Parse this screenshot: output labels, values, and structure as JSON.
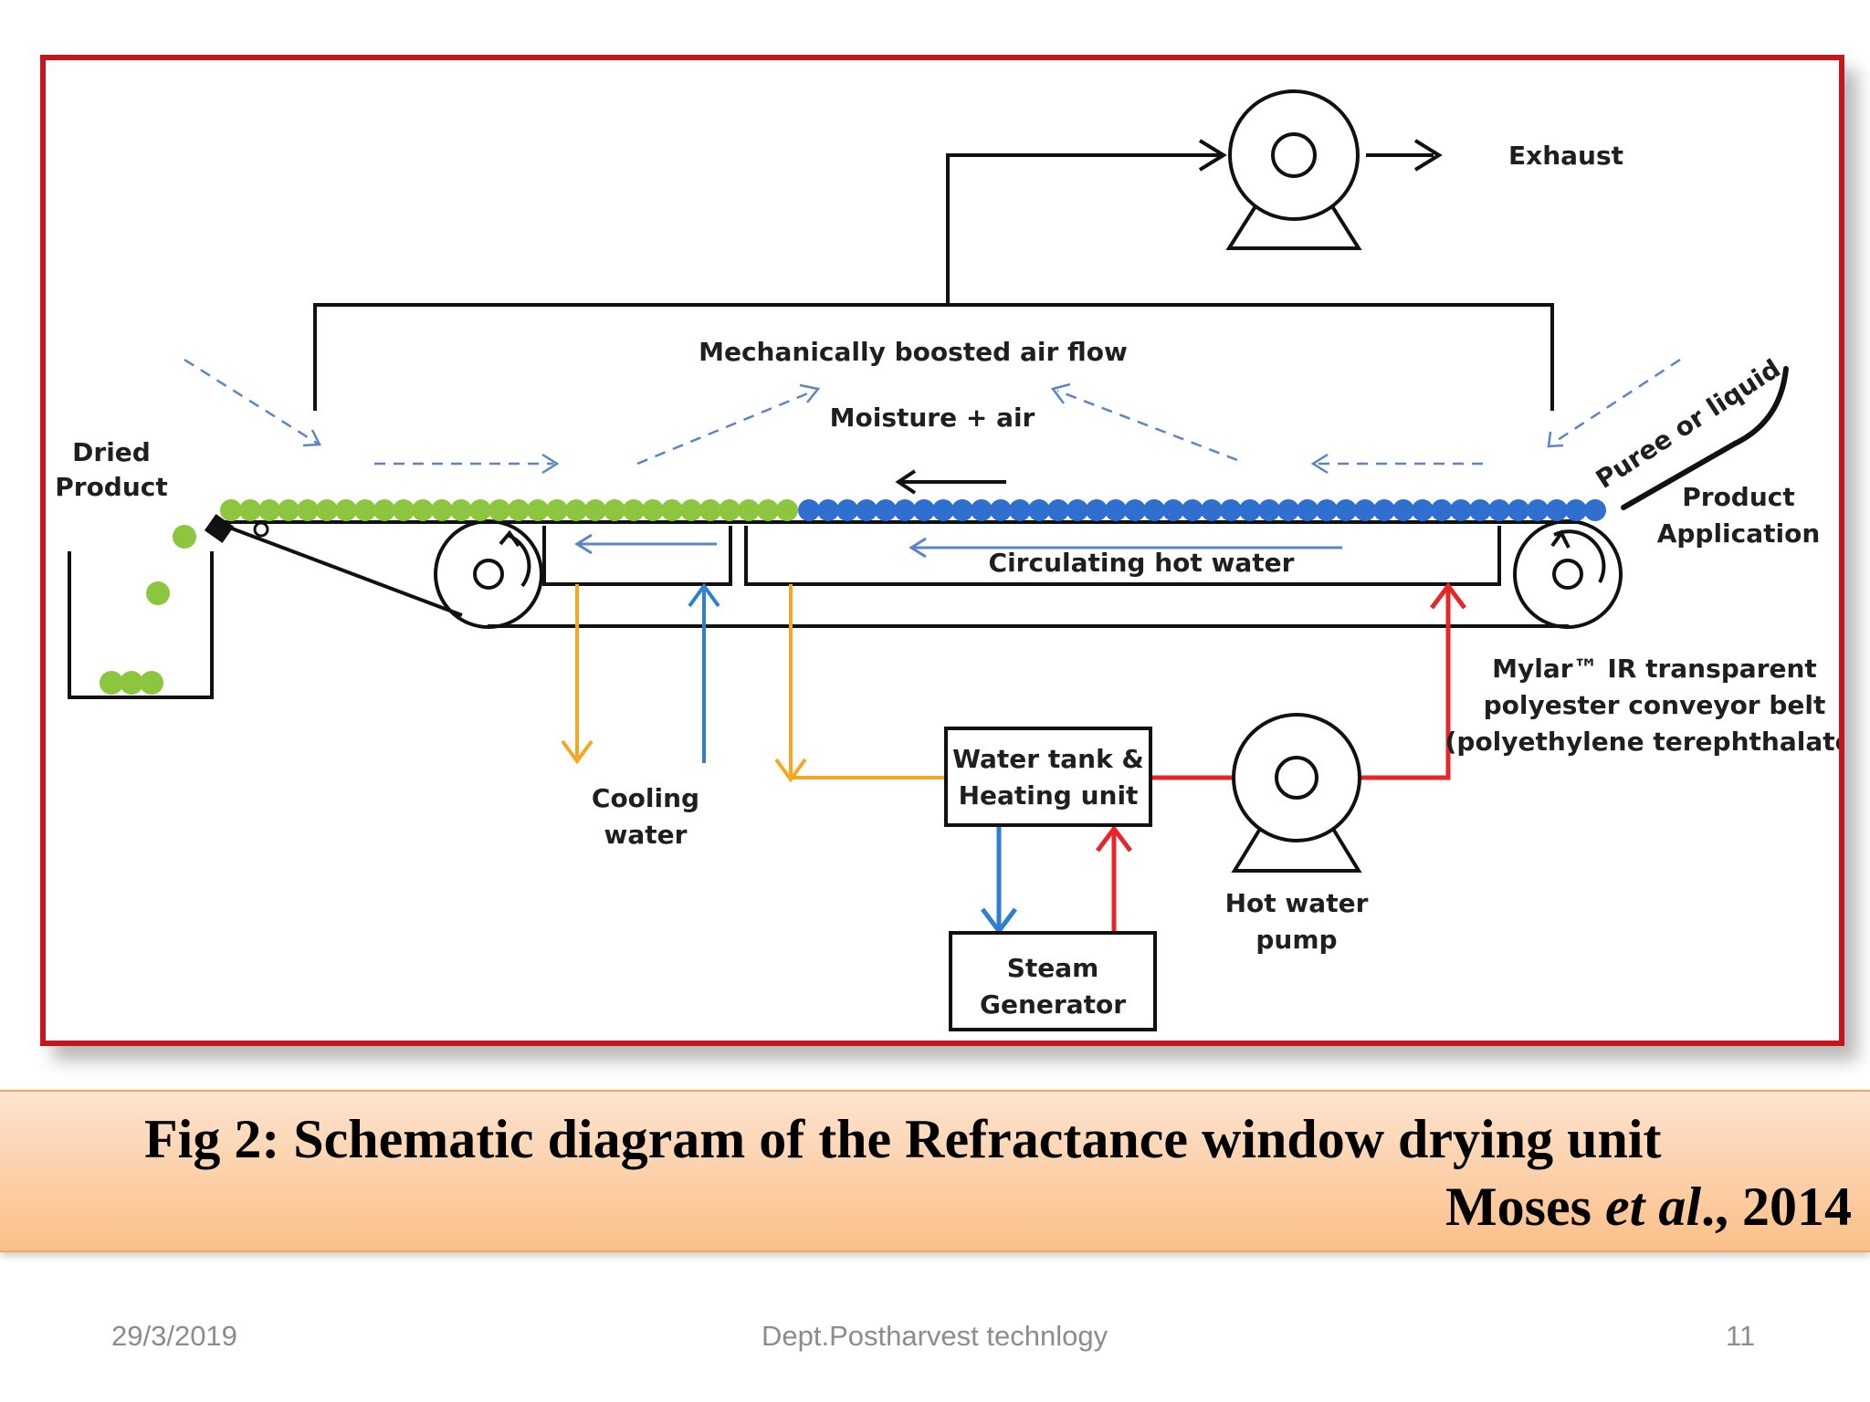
{
  "diagram": {
    "labels": {
      "exhaust": "Exhaust",
      "air_flow": "Mechanically boosted air flow",
      "moisture": "Moisture + air",
      "dried_line1": "Dried",
      "dried_line2": "Product",
      "puree": "Puree or liquid",
      "application_line1": "Product",
      "application_line2": "Application",
      "circulating": "Circulating hot water",
      "belt_line1": "Mylar™ IR transparent",
      "belt_line2": "polyester conveyor belt",
      "belt_line3": "(polyethylene terephthalate)",
      "cooling_line1": "Cooling",
      "cooling_line2": "water",
      "tank_line1": "Water tank &",
      "tank_line2": "Heating unit",
      "steam_line1": "Steam",
      "steam_line2": "Generator",
      "pump_line1": "Hot water",
      "pump_line2": "pump"
    },
    "colors": {
      "frame": "#c4161c",
      "dried_product": "#8cc63f",
      "wet_product": "#2f6fd0",
      "hot_water": "#e8262a",
      "cooling_water": "#2e7fd1",
      "return_water": "#f5a623",
      "air_flow": "#5a86c5"
    }
  },
  "caption": {
    "title": "Fig 2: Schematic diagram of the Refractance window drying unit",
    "credit_author": "Moses ",
    "credit_etal": "et al",
    "credit_year": "., 2014"
  },
  "footer": {
    "date": "29/3/2019",
    "department": "Dept.Postharvest technlogy",
    "page": "11"
  }
}
